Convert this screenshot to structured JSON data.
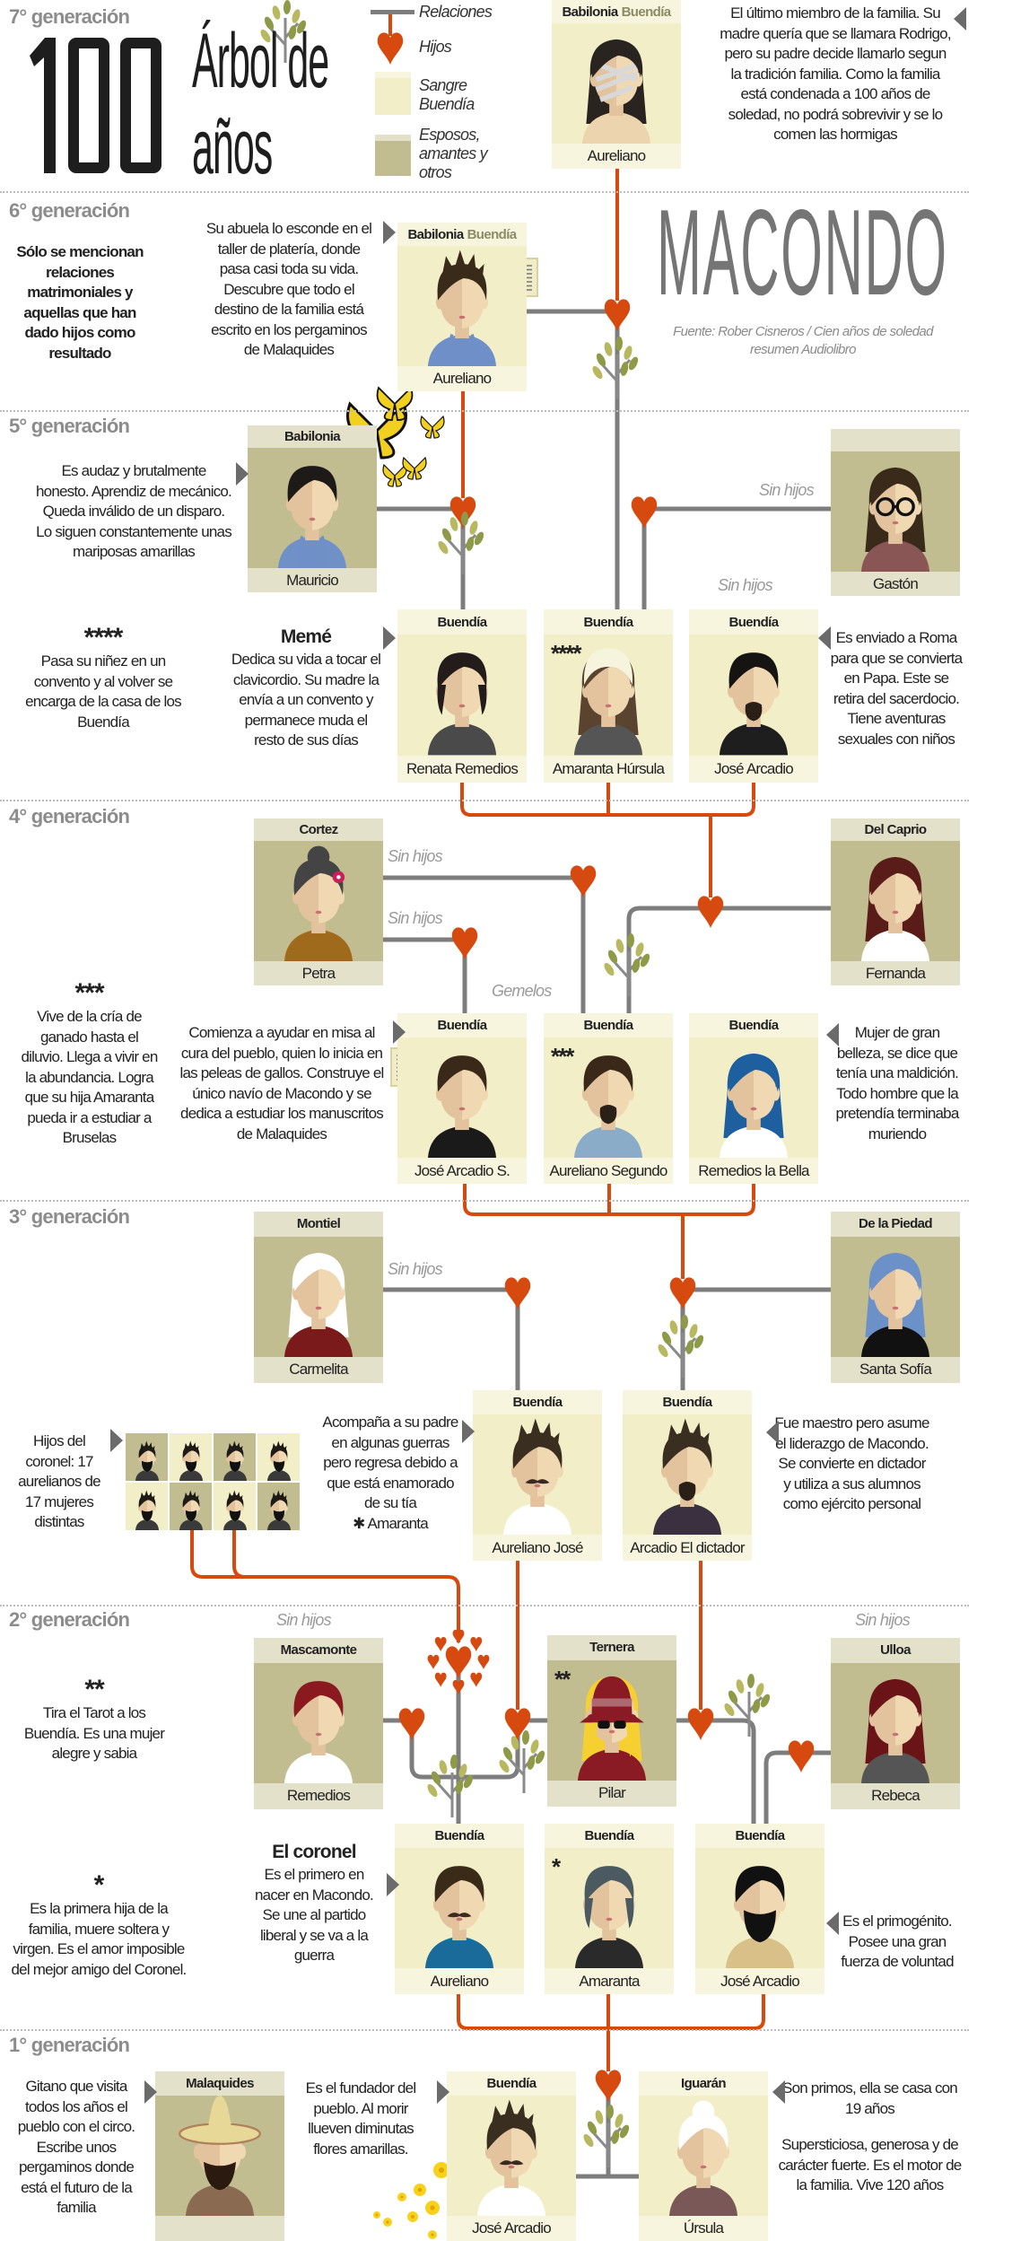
{
  "title": {
    "number": "100",
    "line1": "Árbol de",
    "line2": "años"
  },
  "legend": {
    "relations": "Relaciones",
    "children": "Hijos",
    "blood": "Sangre Buendía",
    "spouses": "Esposos, amantes y otros"
  },
  "macondo": {
    "title": "MACONDO",
    "source": "Fuente: Rober Cisneros / Cien años de soledad resumen Audiolibro"
  },
  "generations": [
    "7° generación",
    "6° generación",
    "5° generación",
    "4° generación",
    "3° generación",
    "2° generación",
    "1° generación"
  ],
  "labels": {
    "sin_hijos": "Sin hijos",
    "gemelos": "Gemelos"
  },
  "colors": {
    "relation": "#7d7d7d",
    "children": "#d6490f",
    "blood_bg": "#f2efc8",
    "spouse_bg": "#c1bd91",
    "arrow": "#6b6b6b"
  },
  "people": {
    "aureliano7": {
      "type": "blood",
      "surname": "Babilonia",
      "surname2": "Buendía",
      "name": "Aureliano",
      "avatar": {
        "hair": "#2a2420",
        "shirt": "#ecd5ae",
        "style": "long",
        "extra": "bandage"
      }
    },
    "aureliano6": {
      "type": "blood",
      "surname": "Babilonia",
      "surname2": "Buendía",
      "name": "Aureliano",
      "avatar": {
        "hair": "#3a2a1a",
        "shirt": "#6f8fc8",
        "style": "spiky",
        "extra": "apron"
      }
    },
    "mauricio": {
      "type": "spouse",
      "surname": "Babilonia",
      "name": "Mauricio",
      "avatar": {
        "hair": "#1e1a18",
        "shirt": "#7090c8",
        "style": "short",
        "extra": "apron"
      }
    },
    "gaston": {
      "type": "spouse",
      "surname": "",
      "name": "Gastón",
      "avatar": {
        "hair": "#3a2a1a",
        "shirt": "#8a5555",
        "style": "long",
        "extra": "glasses"
      }
    },
    "renata": {
      "type": "blood",
      "surname": "Buendía",
      "name": "Renata Remedios",
      "avatar": {
        "hair": "#241c1a",
        "shirt": "#4a4a4a",
        "style": "bob"
      }
    },
    "amaranta_ursula": {
      "type": "blood",
      "surname": "Buendía",
      "name": "Amaranta Húrsula",
      "stars": "****",
      "avatar": {
        "hair": "#5a4430",
        "shirt": "#555555",
        "style": "long",
        "extra": "veil"
      }
    },
    "jose_arcadio5": {
      "type": "blood",
      "surname": "Buendía",
      "name": "José Arcadio",
      "avatar": {
        "hair": "#161412",
        "shirt": "#1e1e1e",
        "style": "short",
        "extra": "goatee"
      }
    },
    "petra": {
      "type": "spouse",
      "surname": "Cortez",
      "name": "Petra",
      "avatar": {
        "hair": "#444444",
        "shirt": "#a06a1c",
        "style": "bun",
        "extra": "flower"
      }
    },
    "fernanda": {
      "type": "spouse",
      "surname": "Del Caprio",
      "name": "Fernanda",
      "avatar": {
        "hair": "#5a1c18",
        "shirt": "#ffffff",
        "style": "long"
      }
    },
    "jose_arcadio_s": {
      "type": "blood",
      "surname": "Buendía",
      "name": "José Arcadio S.",
      "avatar": {
        "hair": "#3a2818",
        "shirt": "#1a1a1a",
        "style": "short"
      }
    },
    "aureliano_segundo": {
      "type": "blood",
      "surname": "Buendía",
      "name": "Aureliano Segundo",
      "stars": "***",
      "avatar": {
        "hair": "#3a2818",
        "shirt": "#8aacc8",
        "style": "short",
        "extra": "goatee"
      }
    },
    "remedios_bella": {
      "type": "blood",
      "surname": "Buendía",
      "name": "Remedios la Bella",
      "avatar": {
        "hair": "#1e5fa0",
        "shirt": "#ffffff",
        "style": "long"
      }
    },
    "carmelita": {
      "type": "spouse",
      "surname": "Montiel",
      "name": "Carmelita",
      "avatar": {
        "hair": "#ffffff",
        "shirt": "#7a1a1a",
        "style": "long"
      }
    },
    "santa_sofia": {
      "type": "spouse",
      "surname": "De la Piedad",
      "name": "Santa Sofía",
      "avatar": {
        "hair": "#6c90c8",
        "shirt": "#111111",
        "style": "long"
      }
    },
    "aureliano_jose": {
      "type": "blood",
      "surname": "Buendía",
      "name": "Aureliano José",
      "avatar": {
        "hair": "#3a2e20",
        "shirt": "#ffffff",
        "style": "spiky",
        "extra": "mustache"
      }
    },
    "arcadio": {
      "type": "blood",
      "surname": "Buendía",
      "name": "Arcadio El dictador",
      "avatar": {
        "hair": "#3a2e20",
        "shirt": "#3a3040",
        "style": "spiky",
        "extra": "goatee"
      }
    },
    "remedios_m": {
      "type": "spouse",
      "surname": "Mascamonte",
      "name": "Remedios",
      "avatar": {
        "hair": "#8a1a20",
        "shirt": "#ffffff",
        "style": "short"
      }
    },
    "pilar": {
      "type": "spouse",
      "surname": "Ternera",
      "name": "Pilar",
      "stars": "**",
      "avatar": {
        "hair": "#f5d030",
        "shirt": "#8a1a24",
        "style": "long",
        "extra": "hat"
      }
    },
    "rebeca": {
      "type": "spouse",
      "surname": "Ulloa",
      "name": "Rebeca",
      "avatar": {
        "hair": "#6a1418",
        "shirt": "#555555",
        "style": "long"
      }
    },
    "aureliano2": {
      "type": "blood",
      "surname": "Buendía",
      "name": "Aureliano",
      "avatar": {
        "hair": "#3a2a18",
        "shirt": "#1a6a9a",
        "style": "short",
        "extra": "mustache"
      }
    },
    "amaranta2": {
      "type": "blood",
      "surname": "Buendía",
      "name": "Amaranta",
      "stars": "*",
      "avatar": {
        "hair": "#4a5a60",
        "shirt": "#2a2a2a",
        "style": "bob"
      }
    },
    "jose_arcadio2": {
      "type": "blood",
      "surname": "Buendía",
      "name": "José Arcadio",
      "avatar": {
        "hair": "#111111",
        "shirt": "#d8c088",
        "style": "short",
        "extra": "beard"
      }
    },
    "malaquides": {
      "type": "spouse",
      "surname": "Malaquides",
      "name": "",
      "avatar": {
        "hair": "#3a2a18",
        "shirt": "#8a6a50",
        "style": "short",
        "extra": "sombrero"
      }
    },
    "jose_arcadio1": {
      "type": "blood",
      "surname": "Buendía",
      "name": "José Arcadio",
      "avatar": {
        "hair": "#3a2e20",
        "shirt": "#ffffff",
        "style": "spiky",
        "extra": "mustache"
      }
    },
    "ursula": {
      "type": "blood",
      "surname": "Iguarán",
      "name": "Úrsula",
      "avatar": {
        "hair": "#ffffff",
        "shirt": "#7a5858",
        "style": "bun"
      }
    }
  },
  "notes": {
    "aureliano7": {
      "text": "El último miembro de la familia. Su madre quería que se llamara Rodrigo, pero su padre decide llamarlo segun la tradición familia. Como la familia está condenada a 100 años de soledad, no podrá sobrevivir y se lo comen las hormigas"
    },
    "relations_note": {
      "text": "Sólo se mencionan relaciones matrimoniales y aquellas que han dado hijos como resultado"
    },
    "aureliano6": {
      "text": "Su abuela lo esconde en el taller de platería, donde pasa casi toda su vida. Descubre que todo el destino de la familia está escrito en los pergaminos de Malaquides"
    },
    "mauricio": {
      "text": "Es audaz y brutalmente honesto. Aprendiz de mecánico. Queda inválido de un disparo. Lo siguen constantemente unas mariposas amarillas"
    },
    "amaranta_ursula": {
      "stars": "****",
      "text": "Pasa su niñez en un convento y al volver se encarga de la casa de los Buendía"
    },
    "renata": {
      "title": "Memé",
      "text": "Dedica su vida a tocar el clavicordio. Su madre la envía a un convento y permanece muda el resto de sus días"
    },
    "jose_arcadio5": {
      "text": "Es enviado a Roma para que se convierta en Papa. Este se retira del sacerdocio. Tiene aventuras sexuales con niños"
    },
    "aureliano_segundo": {
      "stars": "***",
      "text": "Vive de la cría de ganado hasta el diluvio. Llega a vivir en la abundancia. Logra que su hija Amaranta pueda ir a estudiar a Bruselas"
    },
    "jose_arcadio_s": {
      "text": "Comienza a ayudar en misa al cura del pueblo, quien lo inicia en las peleas de gallos. Construye el único navío de Macondo y se dedica a estudiar los manuscritos de Malaquides"
    },
    "remedios_bella": {
      "text": "Mujer de gran belleza, se dice que tenía una maldición. Todo hombre que la pretendía terminaba muriendo"
    },
    "hijos_coronel": {
      "text": "Hijos del coronel: 17 aurelianos de 17 mujeres distintas"
    },
    "aureliano_jose": {
      "text": "Acompaña a su padre en algunas guerras pero regresa debido a que está enamorado de su tía",
      "extra": "✱ Amaranta"
    },
    "arcadio": {
      "text": "Fue maestro pero asume el liderazgo de Macondo. Se convierte en dictador y utiliza a sus alumnos como ejército personal"
    },
    "pilar": {
      "stars": "**",
      "text": "Tira el Tarot a los Buendía. Es una mujer alegre y sabia"
    },
    "amaranta2": {
      "stars": "*",
      "text": "Es la primera hija de la familia, muere soltera y virgen. Es el amor imposible del mejor amigo del Coronel."
    },
    "aureliano2": {
      "title": "El coronel",
      "text": "Es el primero en nacer en Macondo. Se une al partido liberal y se va a la guerra"
    },
    "jose_arcadio2": {
      "text": "Es el primogénito. Posee una gran fuerza de voluntad"
    },
    "malaquides": {
      "text": "Gitano que visita todos los años el pueblo con el circo. Escribe unos pergaminos donde está el futuro de la familia"
    },
    "jose_arcadio1": {
      "text": "Es el fundador del pueblo. Al morir llueven diminutas flores amarillas."
    },
    "ursula": {
      "text": "Son primos, ella se casa con 19 años",
      "extra": "Supersticiosa, generosa y de carácter fuerte. Es el motor de la familia. Vive 120 años"
    }
  }
}
